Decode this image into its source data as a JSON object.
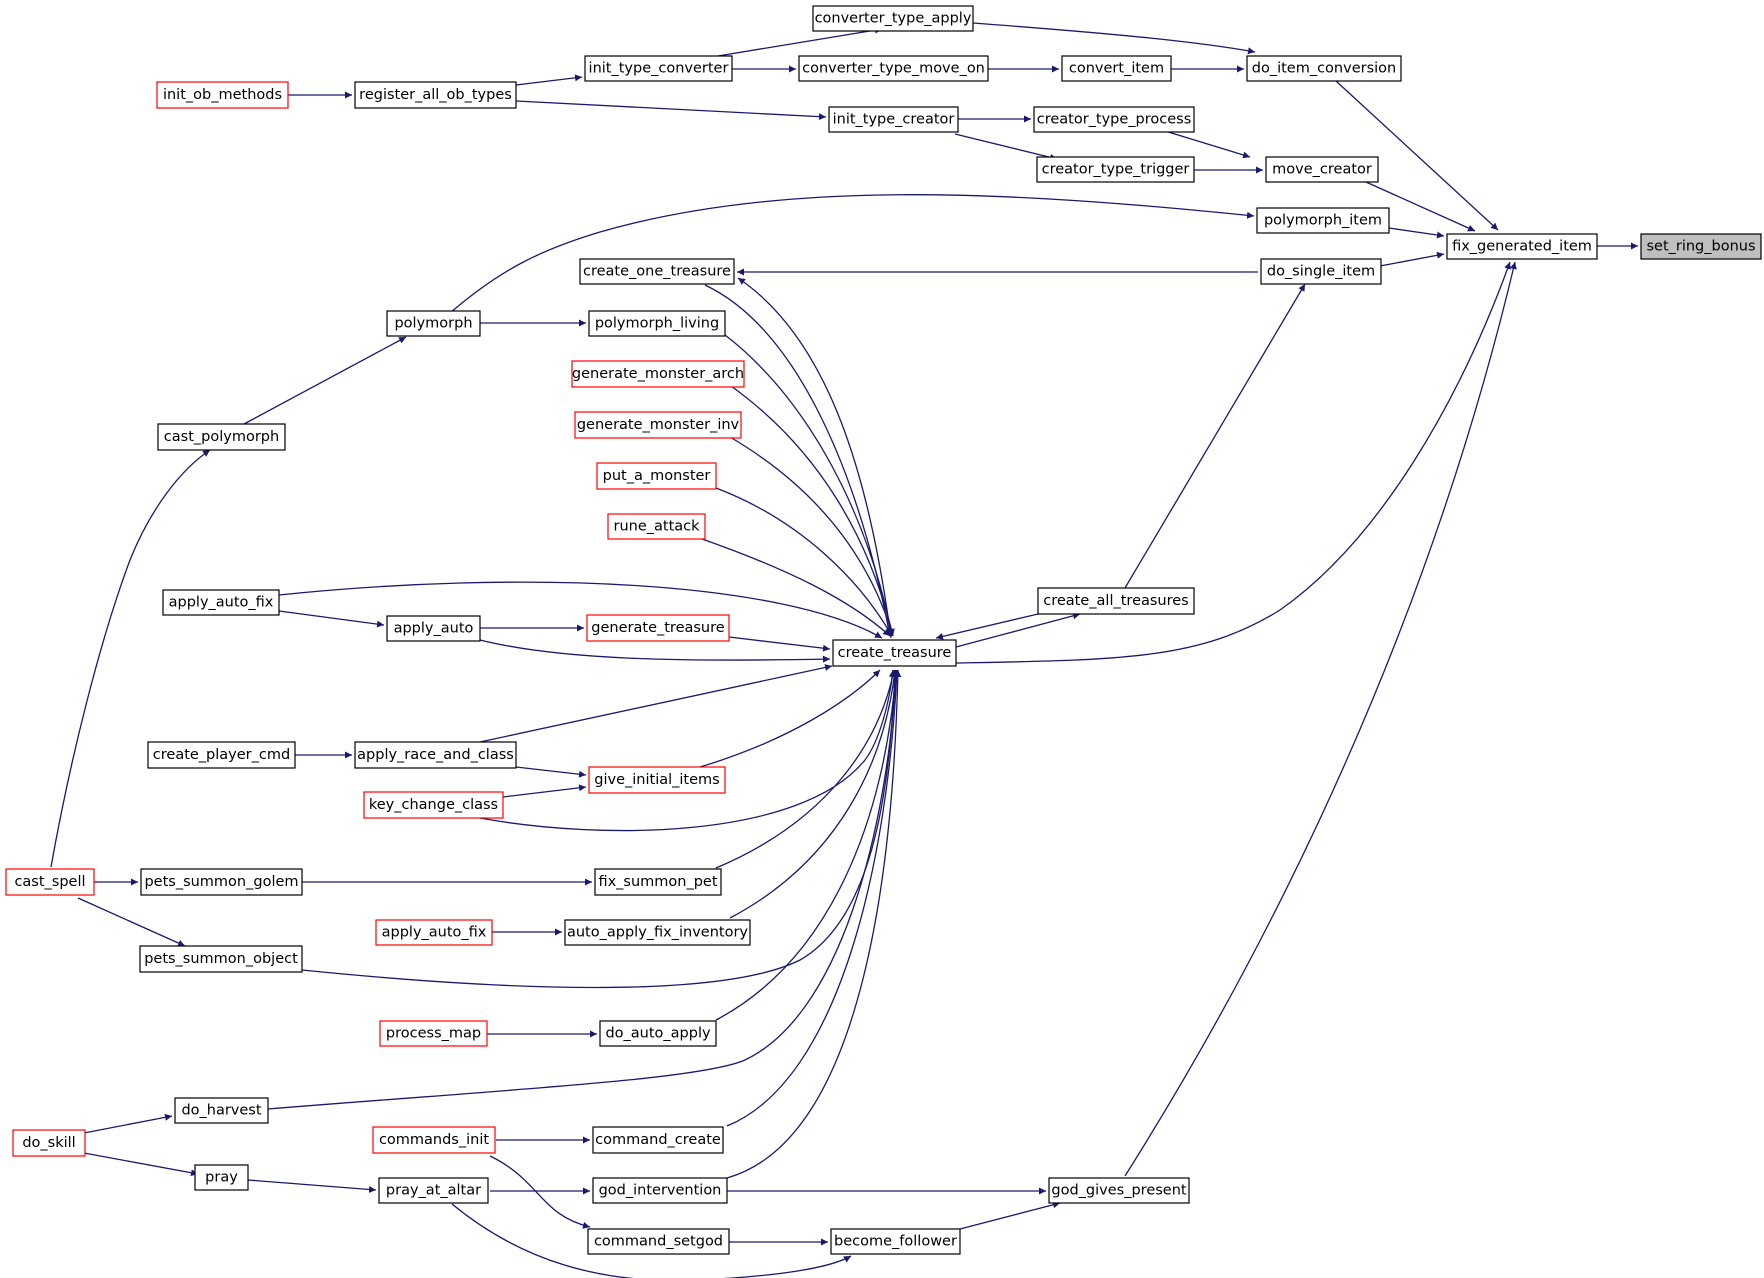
{
  "diagram": {
    "colors": {
      "edge": "#191970",
      "node_border": "#000000",
      "node_border_truncated": "#ff0000",
      "focus_fill": "#bfbfbf",
      "background": "#ffffff"
    },
    "nodes": [
      {
        "id": "set_ring_bonus",
        "label": "set_ring_bonus",
        "style": "focus"
      },
      {
        "id": "fix_generated_item",
        "label": "fix_generated_item",
        "style": "normal"
      },
      {
        "id": "do_item_conversion",
        "label": "do_item_conversion",
        "style": "normal"
      },
      {
        "id": "move_creator",
        "label": "move_creator",
        "style": "normal"
      },
      {
        "id": "polymorph_item",
        "label": "polymorph_item",
        "style": "normal"
      },
      {
        "id": "do_single_item",
        "label": "do_single_item",
        "style": "normal"
      },
      {
        "id": "create_treasure",
        "label": "create_treasure",
        "style": "normal"
      },
      {
        "id": "god_gives_present",
        "label": "god_gives_present",
        "style": "normal"
      },
      {
        "id": "converter_type_apply",
        "label": "converter_type_apply",
        "style": "normal"
      },
      {
        "id": "convert_item",
        "label": "convert_item",
        "style": "normal"
      },
      {
        "id": "converter_type_move_on",
        "label": "converter_type_move_on",
        "style": "normal"
      },
      {
        "id": "init_type_converter",
        "label": "init_type_converter",
        "style": "normal"
      },
      {
        "id": "register_all_ob_types",
        "label": "register_all_ob_types",
        "style": "normal"
      },
      {
        "id": "init_ob_methods",
        "label": "init_ob_methods",
        "style": "truncated"
      },
      {
        "id": "creator_type_process",
        "label": "creator_type_process",
        "style": "normal"
      },
      {
        "id": "creator_type_trigger",
        "label": "creator_type_trigger",
        "style": "normal"
      },
      {
        "id": "init_type_creator",
        "label": "init_type_creator",
        "style": "normal"
      },
      {
        "id": "polymorph",
        "label": "polymorph",
        "style": "normal"
      },
      {
        "id": "cast_polymorph",
        "label": "cast_polymorph",
        "style": "normal"
      },
      {
        "id": "cast_spell",
        "label": "cast_spell",
        "style": "truncated"
      },
      {
        "id": "create_all_treasures",
        "label": "create_all_treasures",
        "style": "normal"
      },
      {
        "id": "create_one_treasure",
        "label": "create_one_treasure",
        "style": "normal"
      },
      {
        "id": "polymorph_living",
        "label": "polymorph_living",
        "style": "normal"
      },
      {
        "id": "generate_monster_arch",
        "label": "generate_monster_arch",
        "style": "truncated"
      },
      {
        "id": "generate_monster_inv",
        "label": "generate_monster_inv",
        "style": "truncated"
      },
      {
        "id": "put_a_monster",
        "label": "put_a_monster",
        "style": "truncated"
      },
      {
        "id": "rune_attack",
        "label": "rune_attack",
        "style": "truncated"
      },
      {
        "id": "apply_auto_fix",
        "label": "apply_auto_fix",
        "style": "normal"
      },
      {
        "id": "apply_auto",
        "label": "apply_auto",
        "style": "normal"
      },
      {
        "id": "generate_treasure",
        "label": "generate_treasure",
        "style": "truncated"
      },
      {
        "id": "create_player_cmd",
        "label": "create_player_cmd",
        "style": "normal"
      },
      {
        "id": "apply_race_and_class",
        "label": "apply_race_and_class",
        "style": "normal"
      },
      {
        "id": "give_initial_items",
        "label": "give_initial_items",
        "style": "truncated"
      },
      {
        "id": "key_change_class",
        "label": "key_change_class",
        "style": "truncated"
      },
      {
        "id": "pets_summon_golem",
        "label": "pets_summon_golem",
        "style": "normal"
      },
      {
        "id": "fix_summon_pet",
        "label": "fix_summon_pet",
        "style": "normal"
      },
      {
        "id": "apply_auto_fix_2",
        "label": "apply_auto_fix",
        "style": "truncated"
      },
      {
        "id": "auto_apply_fix_inventory",
        "label": "auto_apply_fix_inventory",
        "style": "normal"
      },
      {
        "id": "pets_summon_object",
        "label": "pets_summon_object",
        "style": "normal"
      },
      {
        "id": "process_map",
        "label": "process_map",
        "style": "truncated"
      },
      {
        "id": "do_auto_apply",
        "label": "do_auto_apply",
        "style": "normal"
      },
      {
        "id": "do_harvest",
        "label": "do_harvest",
        "style": "normal"
      },
      {
        "id": "do_skill",
        "label": "do_skill",
        "style": "truncated"
      },
      {
        "id": "commands_init",
        "label": "commands_init",
        "style": "truncated"
      },
      {
        "id": "command_create",
        "label": "command_create",
        "style": "normal"
      },
      {
        "id": "pray",
        "label": "pray",
        "style": "normal"
      },
      {
        "id": "pray_at_altar",
        "label": "pray_at_altar",
        "style": "normal"
      },
      {
        "id": "god_intervention",
        "label": "god_intervention",
        "style": "normal"
      },
      {
        "id": "command_setgod",
        "label": "command_setgod",
        "style": "normal"
      },
      {
        "id": "become_follower",
        "label": "become_follower",
        "style": "normal"
      }
    ]
  }
}
